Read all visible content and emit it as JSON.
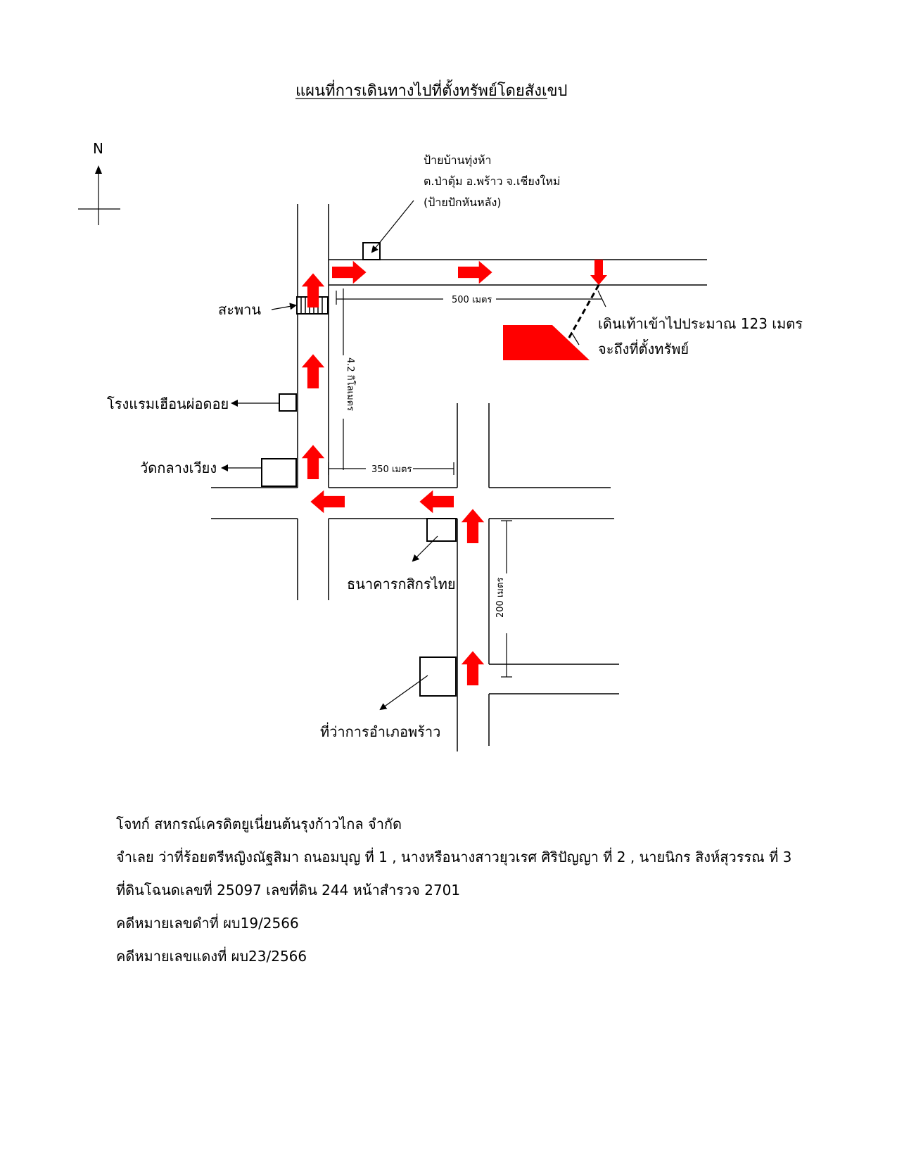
{
  "title": "แผนที่การเดินทางไปที่ตั้งทรัพย์โดยสังเขป",
  "compass": {
    "label": "N"
  },
  "landmarks": {
    "sign": [
      "ป้ายบ้านทุ่งห้า",
      "ต.ป่าตุ้ม อ.พร้าว จ.เชียงใหม่",
      "(ป้ายปักหันหลัง)"
    ],
    "bridge": "สะพาน",
    "hotel": "โรงแรมเฮือนผ่อดอย",
    "temple": "วัดกลางเวียง",
    "bank": "ธนาคารกสิกรไทย",
    "district_office": "ที่ว่าการอำเภอพร้าว"
  },
  "distances": {
    "d500": "500 เมตร",
    "d42km": "4.2 กิโลเมตร",
    "d350": "350 เมตร",
    "d200": "200 เมตร"
  },
  "property_note": [
    "เดินเท้าเข้าไปประมาณ 123 เมตร",
    "จะถึงที่ตั้งทรัพย์"
  ],
  "colors": {
    "route_arrow": "#ff0000",
    "property": "#ff0000"
  },
  "info": {
    "plaintiff": "โจทก์ สหกรณ์เครดิตยูเนี่ยนต้นรุงก้าวไกล จำกัด",
    "defendants": "จำเลย ว่าที่ร้อยตรีหญิงณัฐสิมา ถนอมบุญ ที่ 1 , นางหรือนางสาวยุวเรศ  ศิริปัญญา ที่ 2 , นายนิกร  สิงห์สุวรรณ ที่ 3",
    "land": "ที่ดินโฉนดเลขที่ 25097 เลขที่ดิน 244 หน้าสำรวจ 2701",
    "black_case": "คดีหมายเลขดำที่    ผบ19/2566",
    "red_case": "คดีหมายเลขแดงที่    ผบ23/2566"
  }
}
